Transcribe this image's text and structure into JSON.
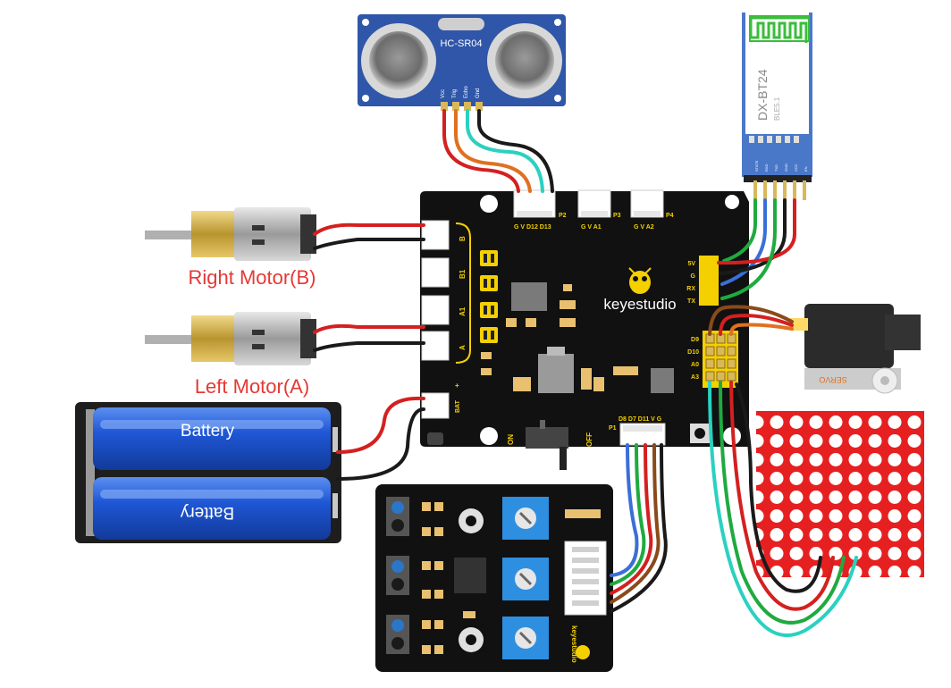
{
  "ultrasonic": {
    "model": "HC-SR04",
    "pins": [
      "Vcc",
      "Trig",
      "Echo",
      "Gnd"
    ]
  },
  "bluetooth": {
    "model": "DX-BT24",
    "sub": "BLE5.1",
    "pins": [
      "STATE",
      "RXD",
      "TXD",
      "GND",
      "VCC",
      "EN"
    ]
  },
  "board": {
    "brand": "keyestudio",
    "header_p2": "G V D12 D13",
    "p2": "P2",
    "header_p3": "G V A1",
    "p3": "P3",
    "header_p4": "G V A2",
    "p4": "P4",
    "port_b": "B",
    "port_b1": "B1",
    "port_a1": "A1",
    "port_a": "A",
    "bat": "BAT",
    "bat_plus": "+",
    "switch_on": "ON",
    "switch_off": "OFF",
    "p1": "P1",
    "header_p1": "D8 D7 D11 V G",
    "bt_pins": [
      "5V",
      "G",
      "RX",
      "TX"
    ],
    "servo_pins": [
      "D9",
      "D10",
      "A0",
      "A3"
    ]
  },
  "motors": {
    "right_label": "Right Motor(B)",
    "left_label": "Left Motor(A)"
  },
  "battery": {
    "label_top": "Battery",
    "label_bottom": "Battery"
  },
  "servo": {
    "label": "SERVO"
  },
  "line_tracker": {
    "brand": "keyestudio"
  },
  "colors": {
    "board": "#111111",
    "silk": "#f5d000",
    "red_wire": "#d42020",
    "black_wire": "#1a1a1a",
    "orange_wire": "#e07020",
    "cyan_wire": "#2ad1c0",
    "green_wire": "#1faa40",
    "blue_wire": "#3a6fd8",
    "battery_blue": "#1f57d6",
    "ultrasonic_blue": "#2f56a8",
    "bt_blue": "#4a78c8",
    "label_red": "#e53935"
  }
}
